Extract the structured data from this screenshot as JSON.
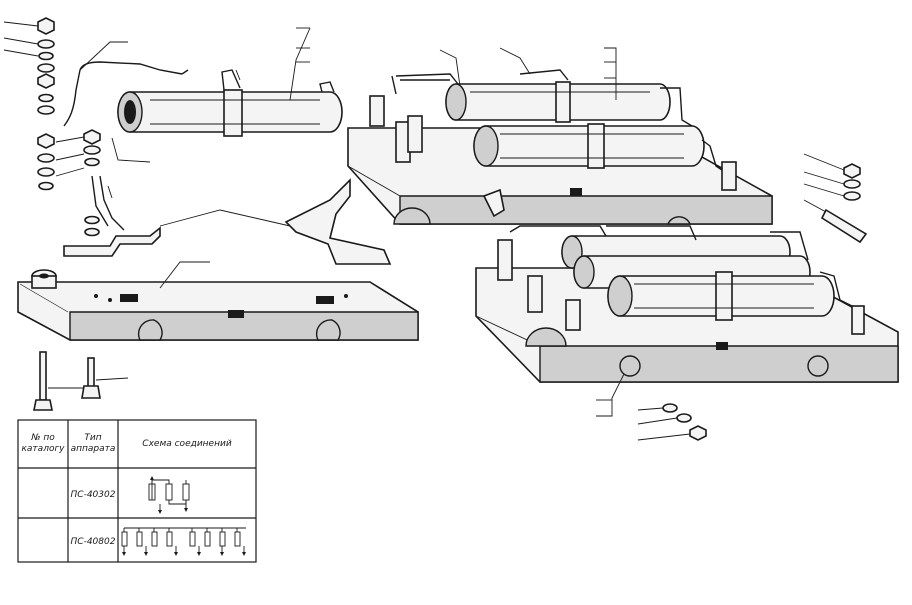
{
  "table": {
    "header": {
      "col1": [
        "№ по",
        "каталогу"
      ],
      "col2": [
        "Тип",
        "аппарата"
      ],
      "col3": "Схема соединений"
    },
    "rows": [
      {
        "catalog_no": "",
        "type": "ПС-40302"
      },
      {
        "catalog_no": "",
        "type": "ПС-40802"
      }
    ]
  }
}
